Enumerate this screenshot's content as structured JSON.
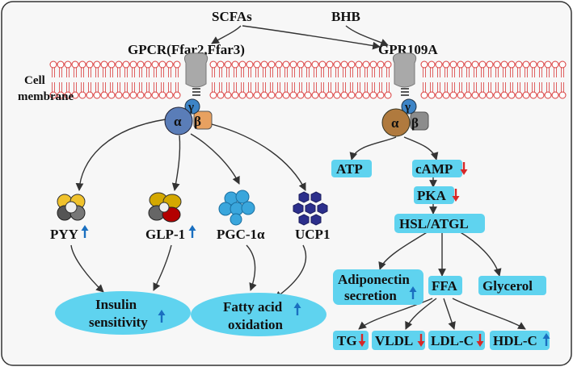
{
  "inputs": {
    "scfa": "SCFAs",
    "bhb": "BHB"
  },
  "receptors": {
    "left": "GPCR(Ffar2,Ffar3)",
    "right": "GPR109A"
  },
  "membrane": {
    "line1": "Cell",
    "line2": "membrane"
  },
  "gprotein": {
    "alpha": "α",
    "beta": "β",
    "gamma": "γ"
  },
  "left_outputs": {
    "pyy": "PYY",
    "glp1": "GLP-1",
    "pgc": "PGC-1α",
    "ucp1": "UCP1"
  },
  "left_outcomes": {
    "insulin_line1": "Insulin",
    "insulin_line2": "sensitivity",
    "fatty_line1": "Fatty acid",
    "fatty_line2": "oxidation"
  },
  "right_path": {
    "atp": "ATP",
    "camp": "cAMP",
    "pka": "PKA",
    "hsl": "HSL/ATGL",
    "adipo_line1": "Adiponectin",
    "adipo_line2": "secretion",
    "ffa": "FFA",
    "glycerol": "Glycerol",
    "tg": "TG",
    "vldl": "VLDL",
    "ldlc": "LDL-C",
    "hdlc": "HDL-C"
  },
  "colors": {
    "highlight": "#5fd3ef",
    "up_arrow": "#1a6fc0",
    "down_arrow": "#d62828",
    "membrane_head": "#d93a3a",
    "alpha_left": "#5a7db8",
    "alpha_right": "#b07a3e",
    "beta": "#e8a160",
    "gamma": "#3d84c6",
    "pyy": "#f0c22c",
    "glp1_red": "#b30000",
    "pgc": "#3aa6dc",
    "ucp1": "#2c2f8c"
  }
}
